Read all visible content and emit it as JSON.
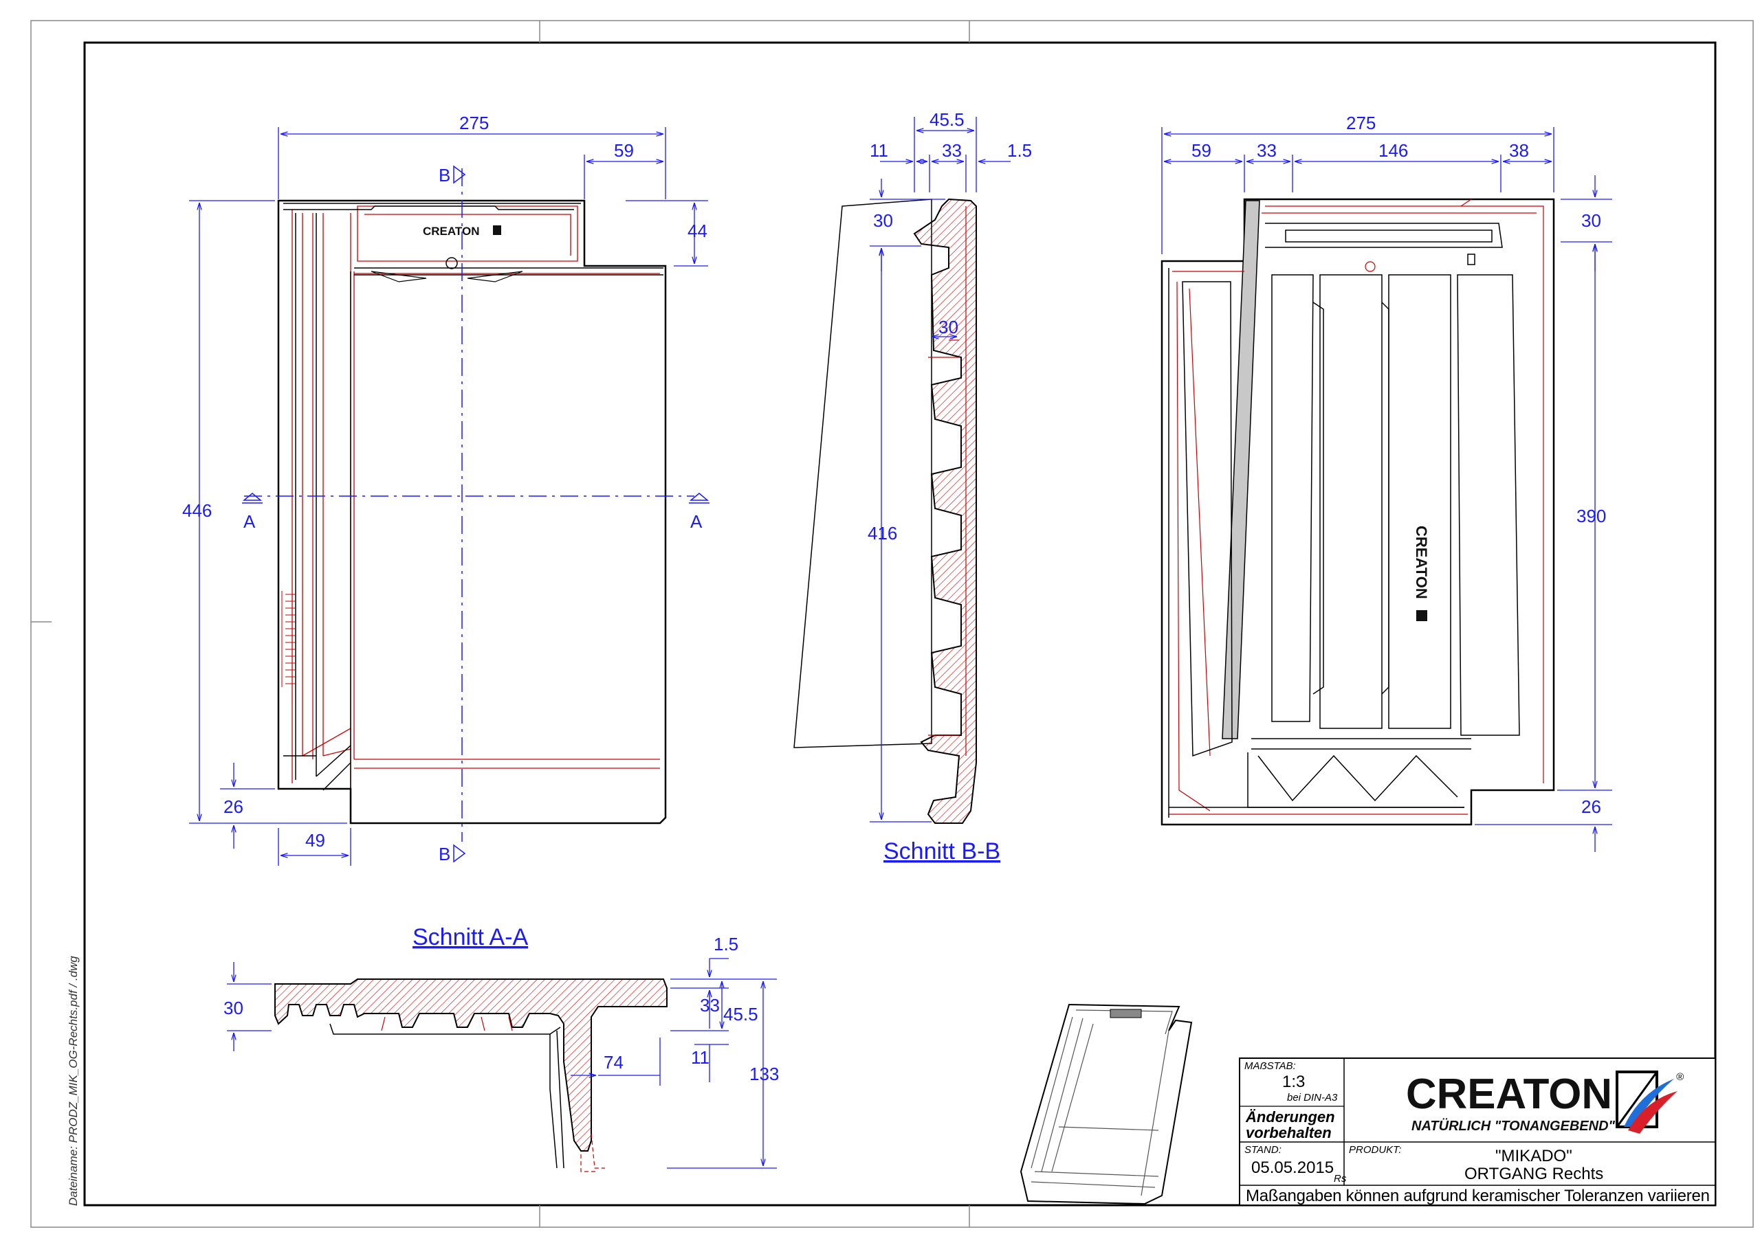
{
  "file_label": "Dateiname:",
  "file_name": "PRODZ_MIK_OG-Rechts.pdf / .dwg",
  "top_view": {
    "dim_width_total": "275",
    "dim_right_step": "59",
    "dim_step_height": "44",
    "dim_height_total": "446",
    "dim_bottom_left": "26",
    "dim_bottom_width": "49",
    "section_b_top": "B",
    "section_b_bottom": "B",
    "section_a_left": "A",
    "section_a_right": "A"
  },
  "section_bb": {
    "title": "Schnitt B-B",
    "dim_45_5": "45.5",
    "dim_11": "11",
    "dim_33": "33",
    "dim_1_5": "1.5",
    "dim_30_top": "30",
    "dim_30_mid": "30",
    "dim_416": "416"
  },
  "bottom_view": {
    "dim_width_total": "275",
    "dim_59": "59",
    "dim_33": "33",
    "dim_146": "146",
    "dim_38": "38",
    "dim_30": "30",
    "dim_390": "390",
    "dim_26": "26",
    "logo_on_tile": "CREATON"
  },
  "section_aa": {
    "title": "Schnitt A-A",
    "dim_30": "30",
    "dim_1_5": "1.5",
    "dim_33": "33",
    "dim_45_5": "45.5",
    "dim_74": "74",
    "dim_11": "11",
    "dim_133": "133"
  },
  "tile_logo_top": "CREATON",
  "title_block": {
    "scale_label": "MAẞSTAB:",
    "scale_value": "1:3",
    "scale_note": "bei DIN-A3",
    "changes_line1": "Änderungen",
    "changes_line2": "vorbehalten",
    "date_label": "STAND:",
    "date_value": "05.05.2015",
    "initials": "Rs",
    "product_label": "PRODUKT:",
    "product_name": "\"MIKADO\"",
    "product_variant": "ORTGANG Rechts",
    "brand": "CREATON",
    "slogan": "NATÜRLICH \"TONANGEBEND\"",
    "registered": "®",
    "footer": "Maßangaben können aufgrund keramischer Toleranzen variieren"
  },
  "colors": {
    "dimension": "#1a1aff",
    "outline": "#000000",
    "detail": "#cc0000",
    "logo_red": "#d9202a",
    "logo_blue": "#1e6fd9"
  }
}
